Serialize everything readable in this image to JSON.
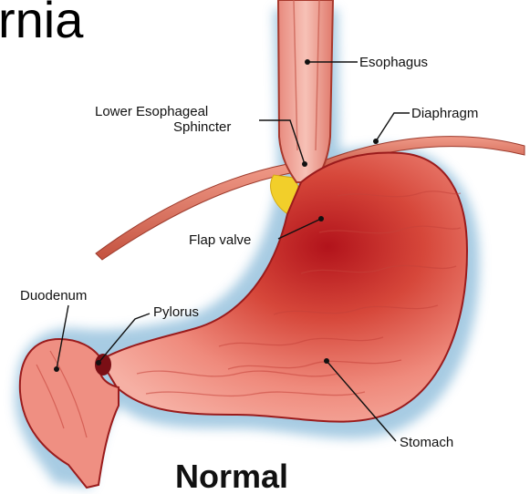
{
  "title_fragment": "rnia",
  "caption": "Normal",
  "labels": {
    "esophagus": "Esophagus",
    "les_line1": "Lower Esophageal",
    "les_line2": "Sphincter",
    "diaphragm": "Diaphragm",
    "flap_valve": "Flap valve",
    "duodenum": "Duodenum",
    "pylorus": "Pylorus",
    "stomach": "Stomach"
  },
  "colors": {
    "shadow": "#9ec6e0",
    "tissue_light": "#f4a497",
    "tissue_mid": "#e0604d",
    "tissue_dark": "#b2131b",
    "fat": "#f2cf2a",
    "leader": "#111111"
  }
}
